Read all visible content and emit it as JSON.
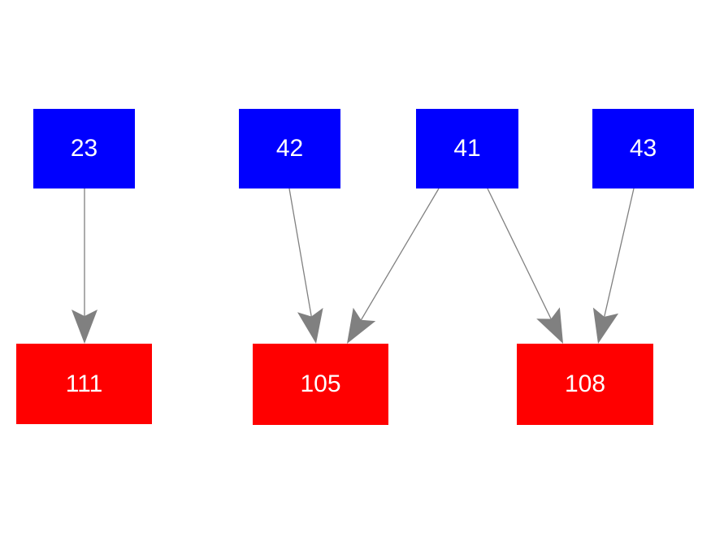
{
  "diagram": {
    "type": "bipartite-flow-graph",
    "background_color": "#ffffff",
    "source_node_color": "#0000ff",
    "target_node_color": "#ff0000",
    "node_text_color": "#ffffff",
    "edge_color": "#808080",
    "nodes": [
      {
        "id": "23",
        "label": "23",
        "type": "source",
        "row": "top"
      },
      {
        "id": "42",
        "label": "42",
        "type": "source",
        "row": "top"
      },
      {
        "id": "41",
        "label": "41",
        "type": "source",
        "row": "top"
      },
      {
        "id": "43",
        "label": "43",
        "type": "source",
        "row": "top"
      },
      {
        "id": "111",
        "label": "111",
        "type": "target",
        "row": "bottom"
      },
      {
        "id": "105",
        "label": "105",
        "type": "target",
        "row": "bottom"
      },
      {
        "id": "108",
        "label": "108",
        "type": "target",
        "row": "bottom"
      }
    ],
    "edges": [
      {
        "from": "23",
        "to": "111"
      },
      {
        "from": "42",
        "to": "105"
      },
      {
        "from": "41",
        "to": "105"
      },
      {
        "from": "41",
        "to": "108"
      },
      {
        "from": "43",
        "to": "108"
      }
    ]
  }
}
